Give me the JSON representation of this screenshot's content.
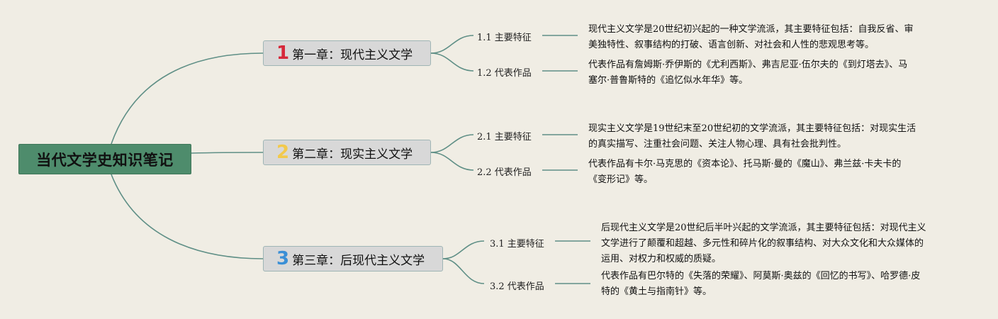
{
  "root": {
    "title": "当代文学史知识笔记",
    "color": "#4e8c6c"
  },
  "line_color": "#5f8f86",
  "chapters": [
    {
      "number": "1",
      "number_color": "#d6283a",
      "title": "第一章：现代主义文学",
      "subs": [
        {
          "label": "1.1 主要特征",
          "lines": [
            "现代主义文学是20世纪初兴起的一种文学流派，其主要特征包括：自我反省、审",
            "美独特性、叙事结构的打破、语言创新、对社会和人性的悲观思考等。"
          ]
        },
        {
          "label": "1.2 代表作品",
          "lines": [
            "代表作品有詹姆斯·乔伊斯的《尤利西斯》、弗吉尼亚·伍尔夫的《到灯塔去》、马",
            "塞尔·普鲁斯特的《追忆似水年华》等。"
          ]
        }
      ]
    },
    {
      "number": "2",
      "number_color": "#f2c94c",
      "title": "第二章：现实主义文学",
      "subs": [
        {
          "label": "2.1 主要特征",
          "lines": [
            "现实主义文学是19世纪末至20世纪初的文学流派，其主要特征包括：对现实生活",
            "的真实描写、注重社会问题、关注人物心理、具有社会批判性。"
          ]
        },
        {
          "label": "2.2 代表作品",
          "lines": [
            "代表作品有卡尔·马克思的《资本论》、托马斯·曼的《魔山》、弗兰兹·卡夫卡的",
            "《变形记》等。"
          ]
        }
      ]
    },
    {
      "number": "3",
      "number_color": "#3a8fd6",
      "title": "第三章：后现代主义文学",
      "subs": [
        {
          "label": "3.1 主要特征",
          "lines": [
            "后现代主义文学是20世纪后半叶兴起的文学流派，其主要特征包括：对现代主义",
            "文学进行了颠覆和超越、多元性和碎片化的叙事结构、对大众文化和大众媒体的",
            "运用、对权力和权威的质疑。"
          ]
        },
        {
          "label": "3.2 代表作品",
          "lines": [
            "代表作品有巴尔特的《失落的荣耀》、阿莫斯·奥兹的《回忆的书写》、哈罗德·皮",
            "特的《黄土与指南针》等。"
          ]
        }
      ]
    }
  ]
}
